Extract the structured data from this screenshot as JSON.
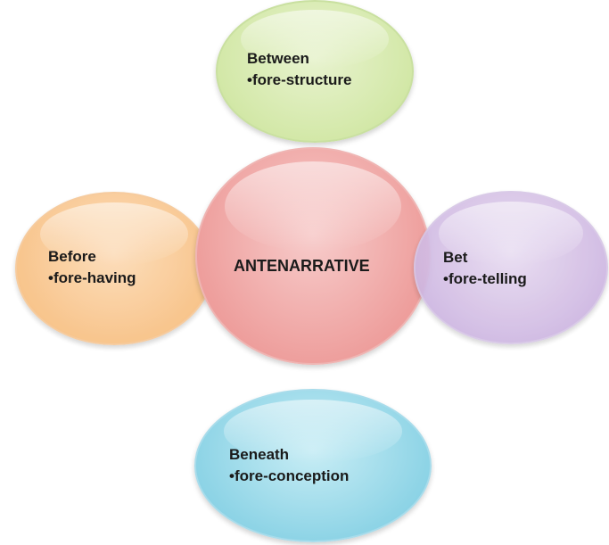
{
  "diagram": {
    "center": {
      "label": "ANTENARRATIVE"
    },
    "top": {
      "title": "Between",
      "item": "•fore-structure"
    },
    "left": {
      "title": "Before",
      "item": "•fore-having"
    },
    "right": {
      "title": "Bet",
      "item": "•fore-telling"
    },
    "bottom": {
      "title": "Beneath",
      "item": "•fore-conception"
    }
  },
  "colors": {
    "top": "#d3e8a8",
    "left": "#f8c388",
    "center": "#ee9f9d",
    "right": "#cfb8e2",
    "bottom": "#8ed4e6"
  }
}
